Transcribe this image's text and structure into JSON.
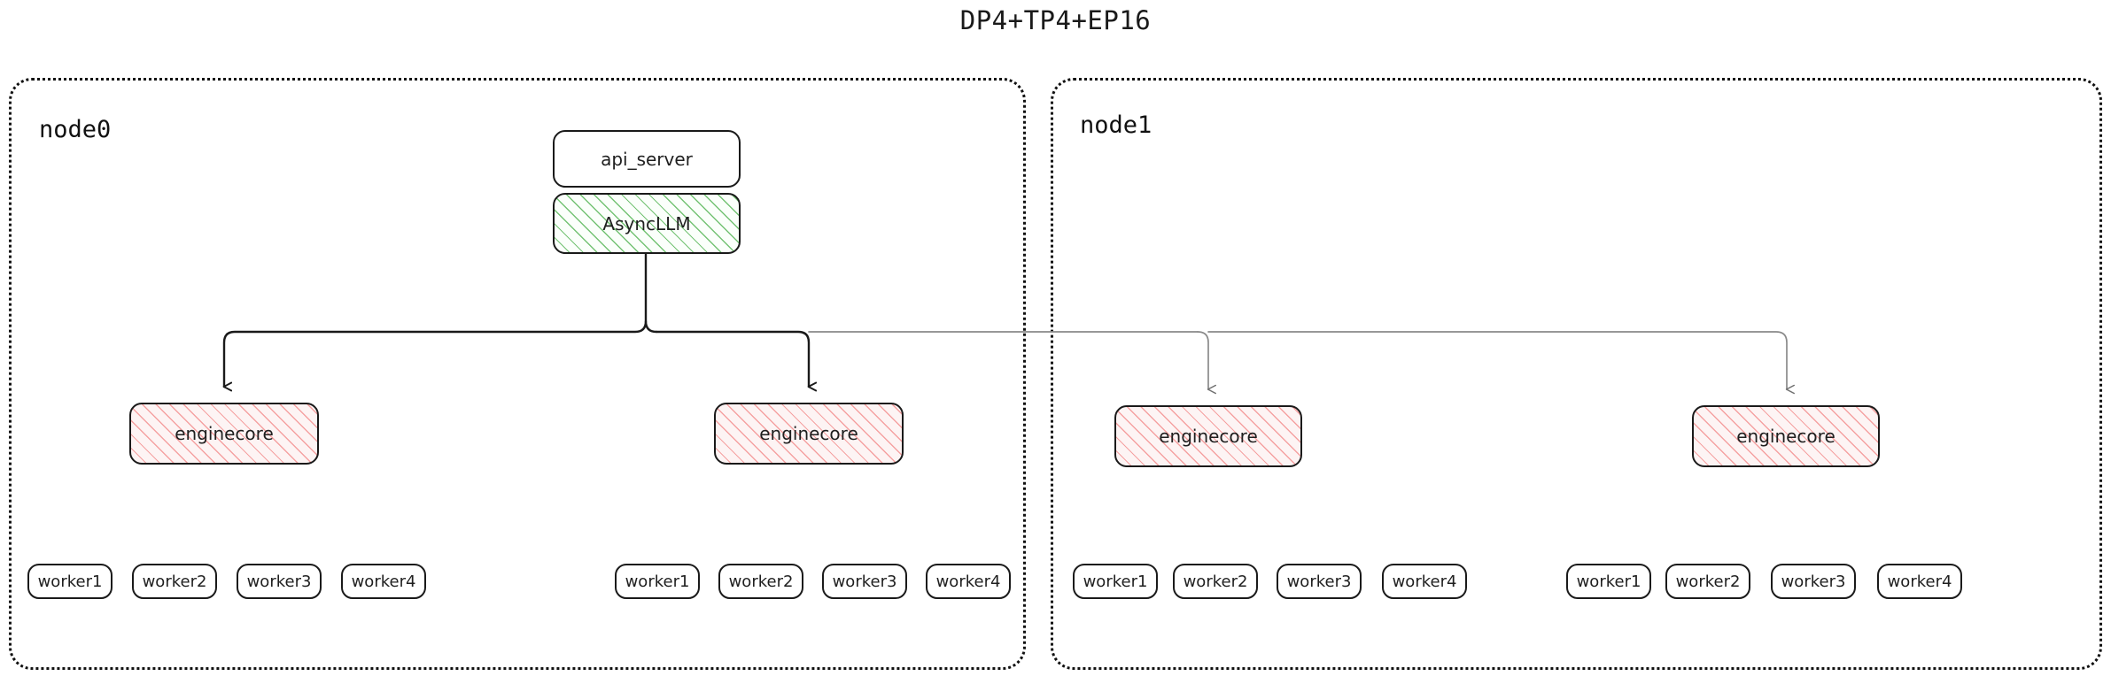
{
  "title": "DP4+TP4+EP16",
  "colors": {
    "background": "#ffffff",
    "stroke_dark": "#1a1a1a",
    "stroke_light": "#8a8a8a",
    "hatch_green": "#5cb85c",
    "hatch_pink": "#f38c8c",
    "text": "#1f1f1f"
  },
  "nodes": [
    {
      "label": "node0",
      "top_boxes": [
        {
          "label": "api_server",
          "style": "plain"
        },
        {
          "label": "AsyncLLM",
          "style": "hatch-green"
        }
      ],
      "enginecores": [
        {
          "label": "enginecore",
          "style": "hatch-pink"
        },
        {
          "label": "enginecore",
          "style": "hatch-pink"
        }
      ],
      "worker_groups": [
        {
          "workers": [
            "worker1",
            "worker2",
            "worker3",
            "worker4"
          ]
        },
        {
          "workers": [
            "worker1",
            "worker2",
            "worker3",
            "worker4"
          ]
        }
      ]
    },
    {
      "label": "node1",
      "top_boxes": [],
      "enginecores": [
        {
          "label": "enginecore",
          "style": "hatch-pink"
        },
        {
          "label": "enginecore",
          "style": "hatch-pink"
        }
      ],
      "worker_groups": [
        {
          "workers": [
            "worker1",
            "worker2",
            "worker3",
            "worker4"
          ]
        },
        {
          "workers": [
            "worker1",
            "worker2",
            "worker3",
            "worker4"
          ]
        }
      ]
    }
  ],
  "connections": [
    {
      "from": "AsyncLLM",
      "to": "node0.enginecore.0",
      "emphasis": "dark"
    },
    {
      "from": "AsyncLLM",
      "to": "node0.enginecore.1",
      "emphasis": "dark"
    },
    {
      "from": "AsyncLLM",
      "to": "node1.enginecore.0",
      "emphasis": "light"
    },
    {
      "from": "AsyncLLM",
      "to": "node1.enginecore.1",
      "emphasis": "light"
    }
  ]
}
